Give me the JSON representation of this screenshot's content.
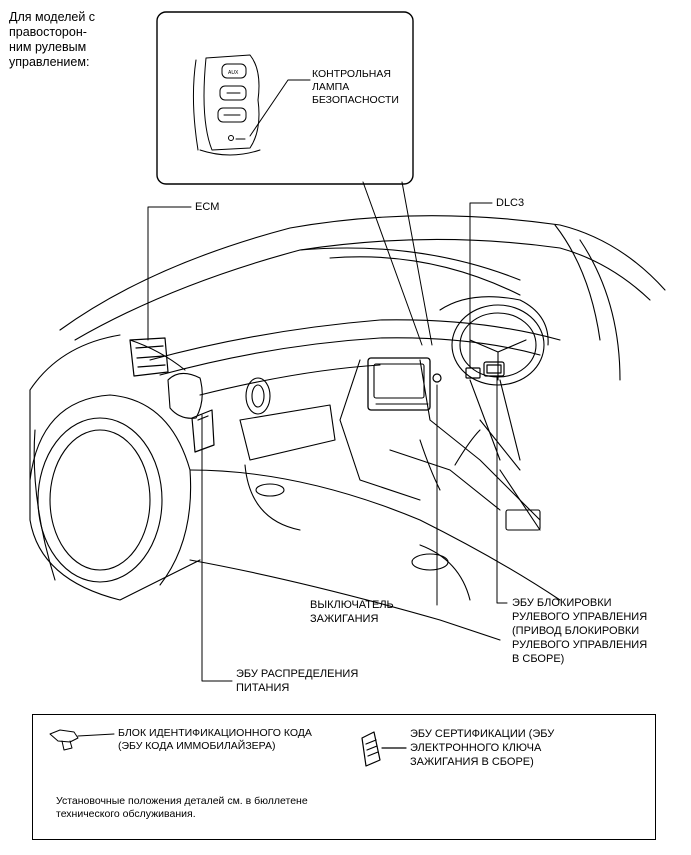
{
  "header_note": "Для моделей с\nправосторон-\nним рулевым\nуправлением:",
  "inset": {
    "security_lamp_label": "КОНТРОЛЬНАЯ\nЛАМПА\nБЕЗОПАСНОСТИ"
  },
  "callouts": {
    "ecm": "ECM",
    "dlc3": "DLC3",
    "ignition_switch": "ВЫКЛЮЧАТЕЛЬ\nЗАЖИГАНИЯ",
    "steering_lock_ecu": "ЭБУ БЛОКИРОВКИ\nРУЛЕВОГО УПРАВЛЕНИЯ\n(ПРИВОД БЛОКИРОВКИ\nРУЛЕВОГО УПРАВЛЕНИЯ\nВ СБОРЕ)",
    "power_distribution_ecu": "ЭБУ РАСПРЕДЕЛЕНИЯ\nПИТАНИЯ"
  },
  "legend": {
    "transponder_key_label": "БЛОК ИДЕНТИФИКАЦИОННОГО КОДА\n(ЭБУ КОДА ИММОБИЛАЙЗЕРА)",
    "certification_ecu_label": "ЭБУ СЕРТИФИКАЦИИ (ЭБУ\nЭЛЕКТРОННОГО КЛЮЧА\nЗАЖИГАНИЯ В СБОРЕ)",
    "footnote": "Установочные положения деталей см. в бюллетене\nтехнического обслуживания."
  }
}
